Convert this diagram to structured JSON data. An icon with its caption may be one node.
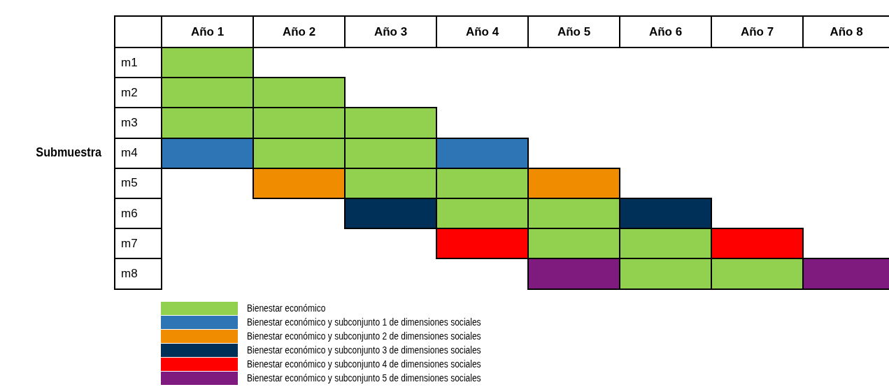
{
  "diagram": {
    "labels": [
      "Año 1",
      "Año 2",
      "Año 3",
      "Año 4",
      "Año 5",
      "Año 6",
      "Año 7",
      "Año 8",
      "m1",
      "m2",
      "m3",
      "Submuestra",
      "m4",
      "m5",
      "m6",
      "m7",
      "m8"
    ],
    "legend": [
      {
        "text": "Bienestar económico",
        "color": "#92d050"
      },
      {
        "text": "Bienestar económico y subconjunto 1 de dimensiones sociales",
        "color": "#2e75b6"
      },
      {
        "text": "Bienestar económico y subconjunto 2 de dimensiones sociales",
        "color": "#f08c00"
      },
      {
        "text": "Bienestar económico y subconjunto 3 de dimensiones sociales",
        "color": "#003057"
      },
      {
        "text": "Bienestar económico y subconjunto 4 de dimensiones sociales",
        "color": "#ff0000"
      },
      {
        "text": "Bienestar económico y subconjunto 5 de dimensiones sociales",
        "color": "#7f1a7f"
      }
    ]
  }
}
